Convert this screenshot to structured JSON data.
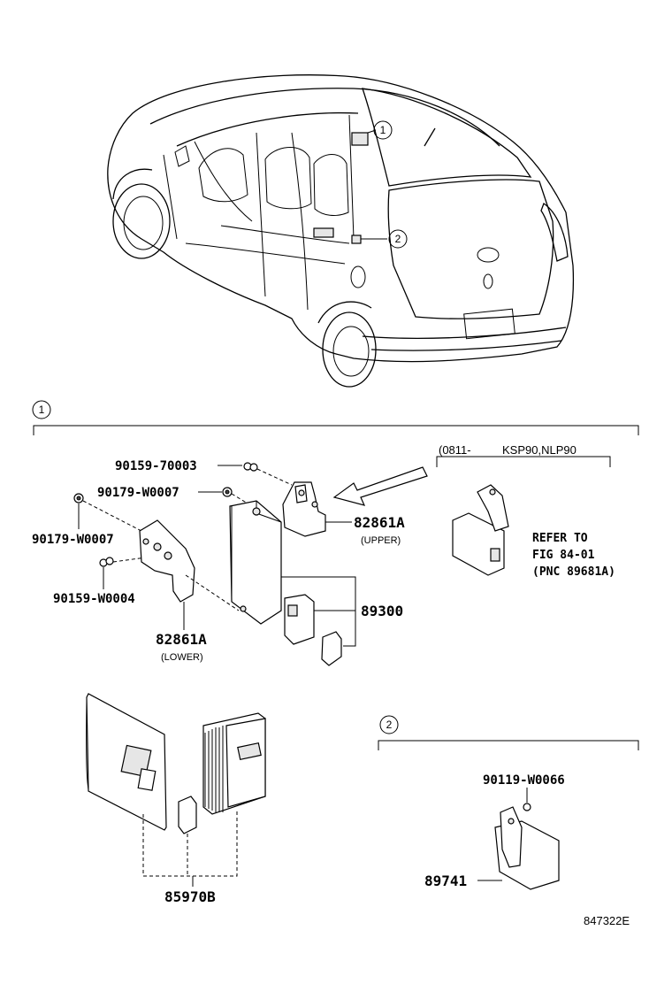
{
  "callouts": {
    "car_1": "1",
    "car_2": "2",
    "section_1": "1",
    "section_2": "2"
  },
  "parts": {
    "p90159_70003": "90159-70003",
    "p90179_w0007_top": "90179-W0007",
    "p90179_w0007_left": "90179-W0007",
    "p90159_w0004": "90159-W0004",
    "p82861a_upper": "82861A",
    "upper_note": "(UPPER)",
    "p82861a_lower": "82861A",
    "lower_note": "(LOWER)",
    "p89300": "89300",
    "p85970b": "85970B",
    "p90119_w0066": "90119-W0066",
    "p89741": "89741"
  },
  "variant_box": {
    "range": "(0811-",
    "models": "KSP90,NLP90",
    "refer_line1": "REFER TO",
    "refer_line2": "FIG 84-01",
    "refer_line3": "(PNC 89681A)"
  },
  "diagram_code": "847322E"
}
